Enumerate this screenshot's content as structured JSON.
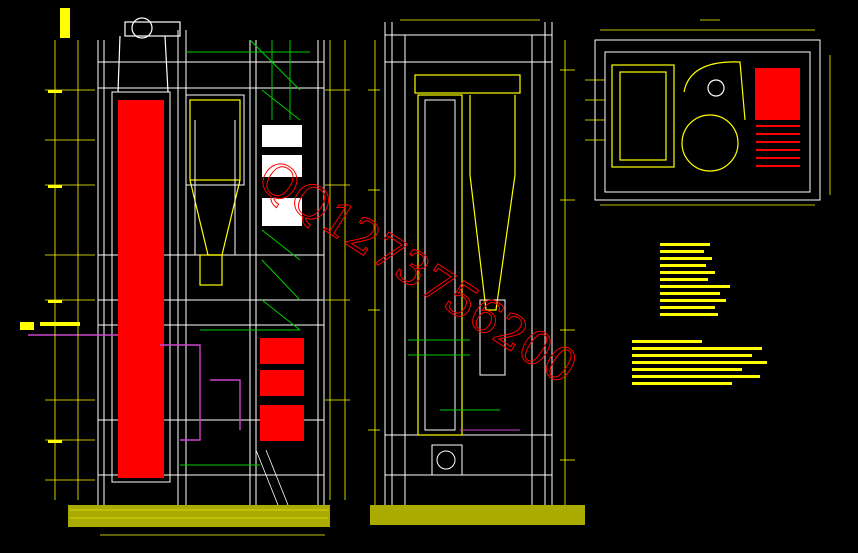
{
  "drawing": {
    "watermark_text": "QQ1273756200",
    "colors": {
      "background": "#000000",
      "line_white": "#ffffff",
      "line_yellow": "#ffff00",
      "line_green": "#00cc00",
      "line_red": "#ff0000",
      "line_magenta": "#cc44cc",
      "fill_red": "#ff0000",
      "foundation_yellow": "#c8c800"
    },
    "views": [
      {
        "name": "front-elevation"
      },
      {
        "name": "side-elevation"
      },
      {
        "name": "plan-view"
      }
    ],
    "notes_blocks": [
      {
        "name": "technical-notes-upper"
      },
      {
        "name": "technical-notes-lower"
      }
    ]
  }
}
